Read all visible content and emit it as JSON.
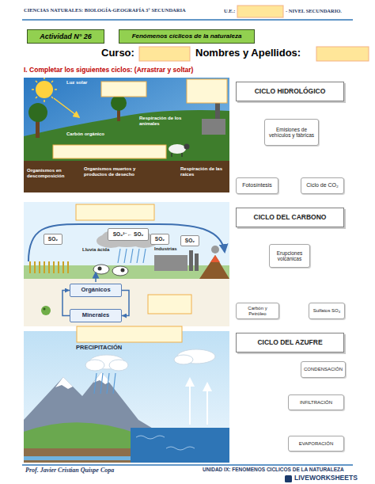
{
  "diagram": {
    "nodes": [
      {
        "text": [
          "Actividad N° 26"
        ]
      },
      {
        "text": [
          "Fenómenos cíclicos de la naturaleza"
        ]
      },
      {
        "text": [
          "CICLO HIDROLÓGICO"
        ]
      },
      {
        "text": [
          "Emisiones de vehículos y fábricas"
        ]
      },
      {
        "text": [
          "Fotosíntesis"
        ]
      },
      {
        "text": [
          "Ciclo de CO₂"
        ]
      },
      {
        "text": [
          "CICLO DEL CARBONO"
        ]
      },
      {
        "text": [
          "SO₂"
        ]
      },
      {
        "text": [
          "SO₄²⁻← SO₂"
        ]
      },
      {
        "text": [
          "SO₂"
        ]
      },
      {
        "text": [
          "SO₂"
        ]
      },
      {
        "text": [
          "Erupciones volcánicas"
        ]
      },
      {
        "text": [
          "Orgánicos"
        ]
      },
      {
        "text": [
          "Minerales"
        ]
      },
      {
        "text": [
          "Carbón y Petróleo"
        ]
      },
      {
        "text": [
          "Sulfatos SO₄"
        ]
      },
      {
        "text": [
          "CICLO DEL AZUFRE"
        ]
      },
      {
        "text": [
          "CONDENSACIÓN"
        ]
      },
      {
        "text": [
          "INFILTRACIÓN"
        ]
      },
      {
        "text": [
          "EVAPORACIÓN"
        ]
      }
    ],
    "edges": [
      {
        "from": 13,
        "to": 12,
        "arrow": "to"
      },
      {
        "from": 12,
        "to": 13,
        "arrow": "to"
      }
    ],
    "labels": [
      "CIENCIAS NATURALES: BIOLOGÍA-GEOGRAFÍA 3° SECUNDARIA",
      "U.E.:",
      "- NIVEL SECUNDARIO.",
      "Curso:",
      "Nombres y Apellidos:",
      "I. Completar los siguientes ciclos: (Arrastrar y soltar)",
      "Luz solar",
      "Carbón orgánico",
      "Respiración de los animales",
      "Organismos en descomposición",
      "Organismos muertos y productos de desecho",
      "Respiración de las raíces",
      "Lluvia ácida",
      "Industrias",
      "PRECIPITACIÓN",
      "Prof. Javier Cristian Quispe Copa",
      "UNIDAD IX: FENOMENOS CICLICOS DE LA NATURALEZA",
      "LIVEWORKSHEETS"
    ]
  }
}
